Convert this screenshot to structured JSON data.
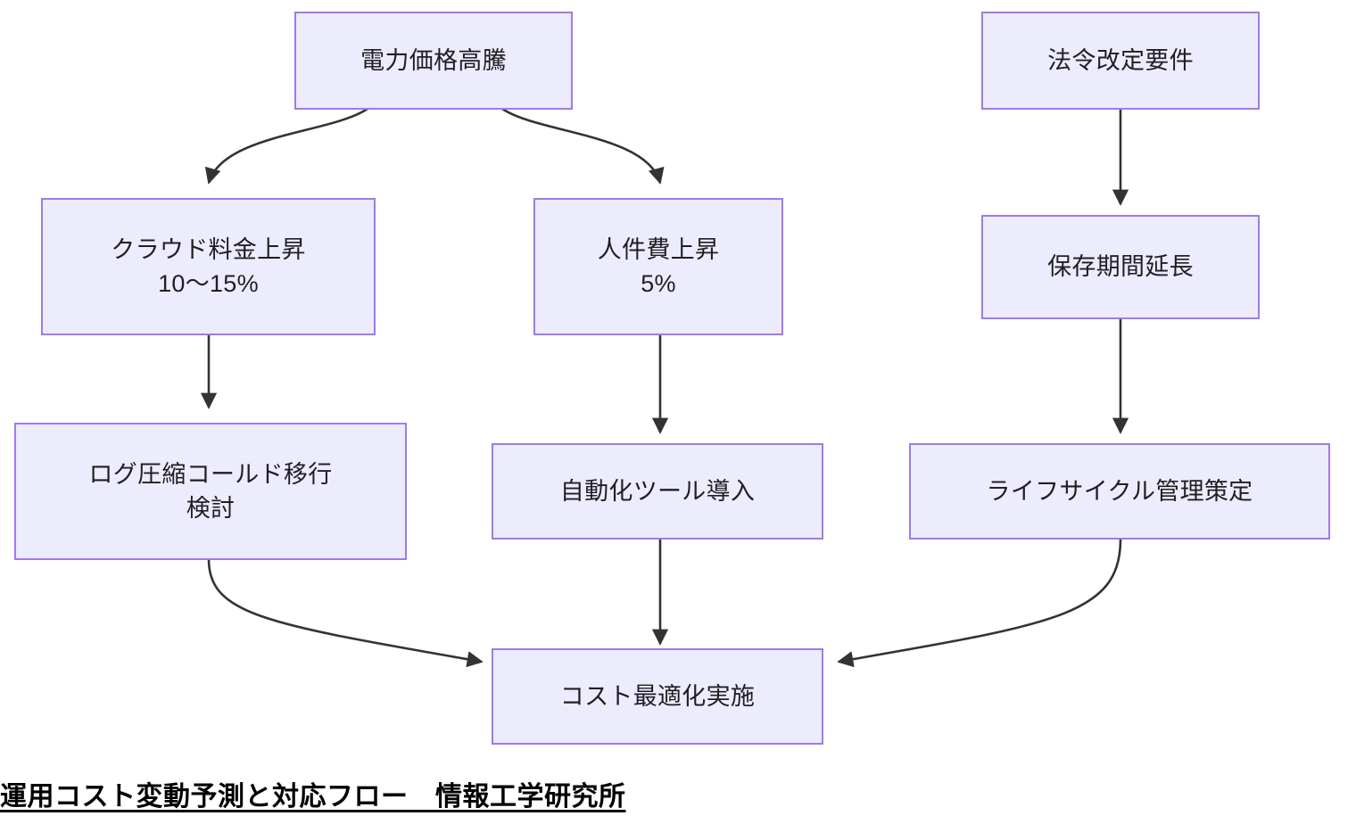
{
  "diagram": {
    "type": "flowchart",
    "caption": "運用コスト変動予測と対応フロー　情報工学研究所",
    "colors": {
      "node_fill": "#ececfd",
      "node_border": "#9f7aea",
      "edge_stroke": "#333333",
      "text": "#1f1f23",
      "background": "#ffffff"
    },
    "nodes": [
      {
        "id": "power",
        "label_line1": "電力価格高騰",
        "label_line2": ""
      },
      {
        "id": "cloud",
        "label_line1": "クラウド料金上昇",
        "label_line2": "10〜15%"
      },
      {
        "id": "labor",
        "label_line1": "人件費上昇",
        "label_line2": "5%"
      },
      {
        "id": "law",
        "label_line1": "法令改定要件",
        "label_line2": ""
      },
      {
        "id": "retention",
        "label_line1": "保存期間延長",
        "label_line2": ""
      },
      {
        "id": "logcold",
        "label_line1": "ログ圧縮コールド移行",
        "label_line2": "検討"
      },
      {
        "id": "autotool",
        "label_line1": "自動化ツール導入",
        "label_line2": ""
      },
      {
        "id": "lifecycle",
        "label_line1": "ライフサイクル管理策定",
        "label_line2": ""
      },
      {
        "id": "costopt",
        "label_line1": "コスト最適化実施",
        "label_line2": ""
      }
    ],
    "edges": [
      {
        "from": "power",
        "to": "cloud",
        "style": "curved"
      },
      {
        "from": "power",
        "to": "labor",
        "style": "curved"
      },
      {
        "from": "cloud",
        "to": "logcold",
        "style": "straight"
      },
      {
        "from": "labor",
        "to": "autotool",
        "style": "straight"
      },
      {
        "from": "law",
        "to": "retention",
        "style": "straight"
      },
      {
        "from": "retention",
        "to": "lifecycle",
        "style": "straight"
      },
      {
        "from": "logcold",
        "to": "costopt",
        "style": "curved"
      },
      {
        "from": "autotool",
        "to": "costopt",
        "style": "straight"
      },
      {
        "from": "lifecycle",
        "to": "costopt",
        "style": "curved"
      }
    ]
  }
}
